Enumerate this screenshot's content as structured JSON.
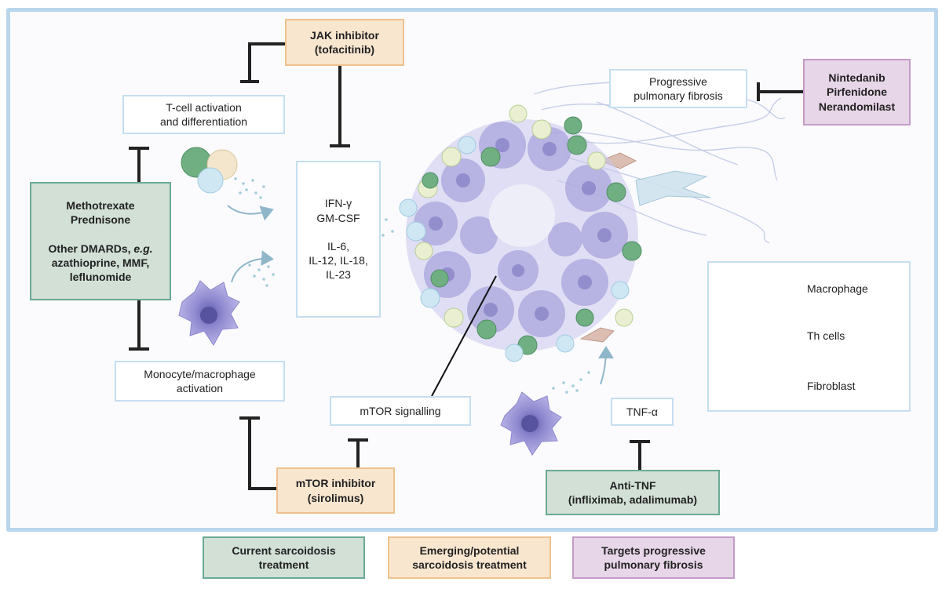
{
  "boxes": {
    "jak_inhibitor": "JAK inhibitor\n(tofacitinib)",
    "t_cell": "T-cell activation\nand differentiation",
    "progressive_fibrosis": "Progressive\npulmonary fibrosis",
    "antifibrotics": "Nintedanib\nPirfenidone\nNerandomilast",
    "methotrexate_prefix": "Methotrexate\nPrednisone\n\nOther DMARDs, ",
    "methotrexate_eg": "e.g.",
    "methotrexate_suffix": "\nazathioprine, MMF,\nleflunomide",
    "cytokines": "IFN-γ\nGM-CSF\n\nIL-6,\nIL-12, IL-18,\nIL-23",
    "monocyte": "Monocyte/macrophage\nactivation",
    "mtor_signalling": "mTOR signalling",
    "tnf": "TNF-α",
    "mtor_inhibitor": "mTOR inhibitor\n(sirolimus)",
    "anti_tnf": "Anti-TNF\n(infliximab, adalimumab)"
  },
  "legend": {
    "macrophage": "Macrophage",
    "th_cells": "Th cells",
    "fibroblast": "Fibroblast"
  },
  "key": {
    "current": "Current sarcoidosis\ntreatment",
    "emerging": "Emerging/potential\nsarcoidosis treatment",
    "targets": "Targets progressive\npulmonary fibrosis"
  },
  "colors": {
    "current": "#d2e0d6",
    "emerging": "#f8e6cf",
    "targets": "#e7d6e8",
    "frame": "#b9d6ec"
  }
}
